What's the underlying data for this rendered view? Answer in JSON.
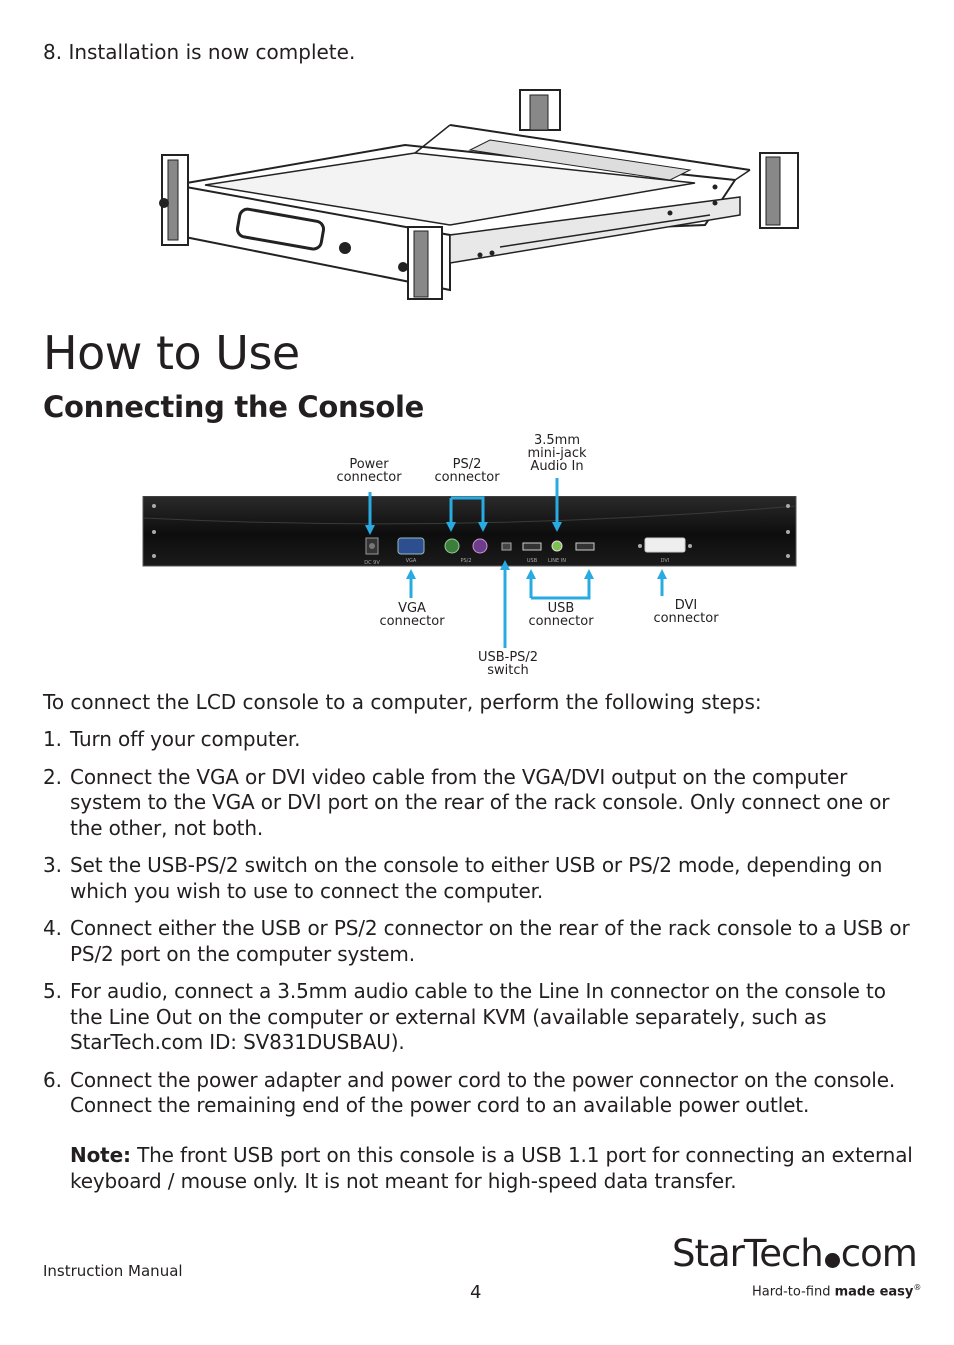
{
  "install": {
    "step": "8.  Installation is now complete."
  },
  "headings": {
    "h1": "How to Use",
    "h2": "Connecting the Console"
  },
  "diagram": {
    "labels": {
      "power": "Power\nconnector",
      "ps2": "PS/2\nconnector",
      "audio": "3.5mm\nmini-jack\nAudio In",
      "vga": "VGA\nconnector",
      "usb": "USB\nconnector",
      "dvi": "DVI\nconnector",
      "switch": "USB-PS/2\nswitch"
    },
    "panel_text": {
      "dc": "DC 9V",
      "vga": "VGA",
      "ps2": "PS/2",
      "usb": "USB",
      "linein": "LINE IN",
      "dvi": "DVI"
    },
    "arrow_color": "#29abe2"
  },
  "intro": "To connect the LCD console to a computer, perform the following steps:",
  "steps": [
    {
      "num": "1.",
      "text": "Turn off your computer."
    },
    {
      "num": "2.",
      "text": "Connect the VGA or DVI video cable from the VGA/DVI output on the computer system to the VGA or DVI port on the rear of the rack console.  Only connect one or the other, not both."
    },
    {
      "num": "3.",
      "text": "Set the USB-PS/2 switch on the console to either USB or PS/2 mode, depending on which you wish to use to connect the computer."
    },
    {
      "num": "4.",
      "text": "Connect either the USB or PS/2 connector on the rear of the rack console to a USB or PS/2 port on the computer system."
    },
    {
      "num": "5.",
      "text": "For audio, connect a 3.5mm audio cable to the Line In connector on the console to the Line Out on the computer or external KVM (available separately, such as StarTech.com ID: SV831DUSBAU)."
    },
    {
      "num": "6.",
      "text": "Connect the power adapter and power cord to the power connector on the console. Connect the remaining end of the power cord to an available power outlet."
    }
  ],
  "note": {
    "label": "Note:",
    "text": " The front USB port on this console is a USB 1.1 port for connecting an external keyboard / mouse only. It is not meant for high-speed data transfer."
  },
  "footer": {
    "left": "Instruction Manual",
    "page": "4",
    "logo_a": "StarTech",
    "logo_b": "com",
    "tagline_a": "Hard-to-find ",
    "tagline_b": "made easy",
    "tagline_mark": "®"
  }
}
